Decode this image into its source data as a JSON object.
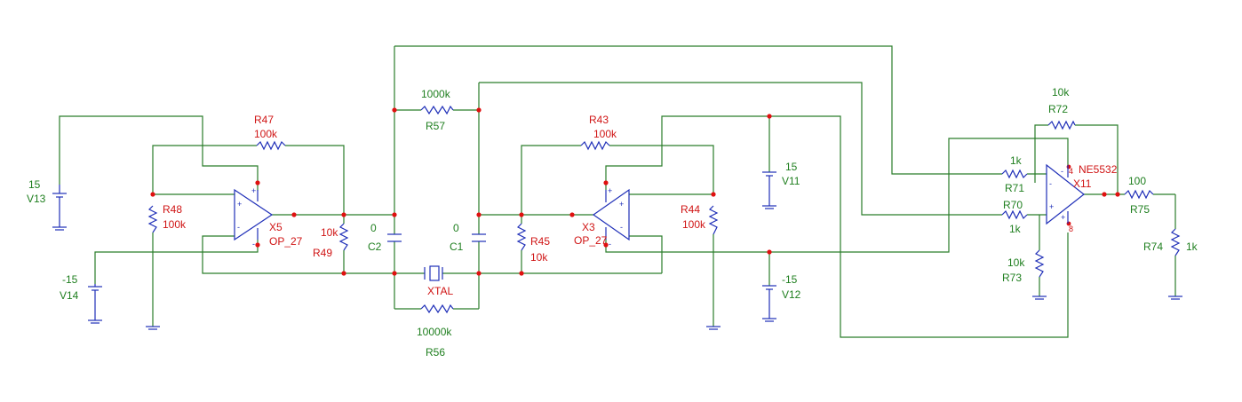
{
  "components": {
    "R47": {
      "ref": "R47",
      "value": "100k"
    },
    "R48": {
      "ref": "R48",
      "value": "100k"
    },
    "R49": {
      "ref": "R49",
      "value": "10k"
    },
    "C2": {
      "ref": "C2",
      "value": "0"
    },
    "C1": {
      "ref": "C1",
      "value": "0"
    },
    "X5": {
      "ref": "X5",
      "model": "OP_27"
    },
    "V13": {
      "ref": "V13",
      "value": "15"
    },
    "V14": {
      "ref": "V14",
      "value": "-15"
    },
    "R57": {
      "ref": "R57",
      "value": "1000k"
    },
    "XTAL": {
      "ref": "XTAL"
    },
    "R56": {
      "ref": "R56",
      "value": "10000k"
    },
    "R43": {
      "ref": "R43",
      "value": "100k"
    },
    "R45": {
      "ref": "R45",
      "value": "10k"
    },
    "X3": {
      "ref": "X3",
      "model": "OP_27"
    },
    "R44": {
      "ref": "R44",
      "value": "100k"
    },
    "V11": {
      "ref": "V11",
      "value": "15"
    },
    "V12": {
      "ref": "V12",
      "value": "-15"
    },
    "R72": {
      "ref": "R72",
      "value": "10k"
    },
    "R71": {
      "ref": "R71",
      "value": "1k"
    },
    "R70": {
      "ref": "R70",
      "value": "1k"
    },
    "R73": {
      "ref": "R73",
      "value": "10k"
    },
    "X11": {
      "ref": "X11",
      "model": "NE5532",
      "pin_v_plus": "4",
      "pin_v_minus": "8"
    },
    "R75": {
      "ref": "R75",
      "value": "100"
    },
    "R74": {
      "ref": "R74",
      "value": "1k"
    }
  },
  "colors": {
    "wire": "#2a7d2a",
    "component": "#1f2fb8",
    "ref_label": "#d01515",
    "value_label": "#1f7f1f",
    "junction": "#e01010"
  }
}
